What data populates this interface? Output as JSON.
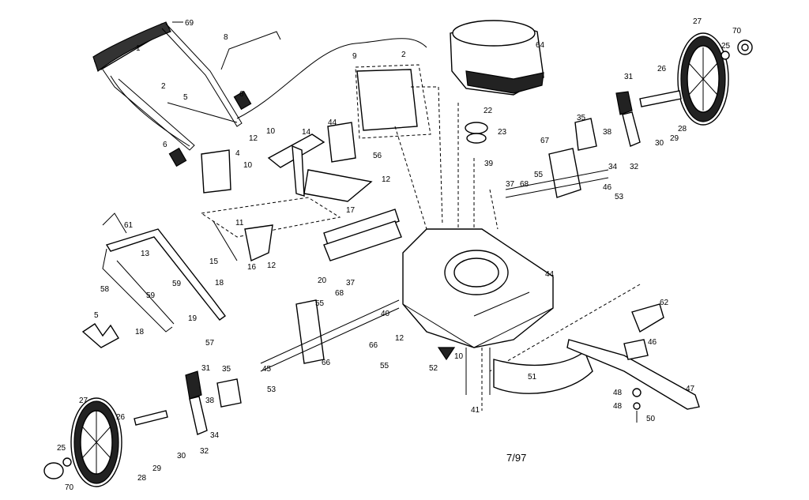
{
  "footer": {
    "date_code": "7/97"
  },
  "callouts": [
    {
      "id": "c69",
      "label": "69"
    },
    {
      "id": "c1",
      "label": "1"
    },
    {
      "id": "c8",
      "label": "8"
    },
    {
      "id": "c9",
      "label": "9"
    },
    {
      "id": "c2a",
      "label": "2"
    },
    {
      "id": "c2b",
      "label": "2"
    },
    {
      "id": "c5a",
      "label": "5"
    },
    {
      "id": "c6a",
      "label": "6"
    },
    {
      "id": "c6b",
      "label": "6"
    },
    {
      "id": "c4",
      "label": "4"
    },
    {
      "id": "c10a",
      "label": "10"
    },
    {
      "id": "c10b",
      "label": "10"
    },
    {
      "id": "c12a",
      "label": "12"
    },
    {
      "id": "c14",
      "label": "14"
    },
    {
      "id": "c44a",
      "label": "44"
    },
    {
      "id": "c56",
      "label": "56"
    },
    {
      "id": "c12b",
      "label": "12"
    },
    {
      "id": "c17",
      "label": "17"
    },
    {
      "id": "c64",
      "label": "64"
    },
    {
      "id": "c22",
      "label": "22"
    },
    {
      "id": "c23",
      "label": "23"
    },
    {
      "id": "c27a",
      "label": "27"
    },
    {
      "id": "c70a",
      "label": "70"
    },
    {
      "id": "c25a",
      "label": "25"
    },
    {
      "id": "c26a",
      "label": "26"
    },
    {
      "id": "c31a",
      "label": "31"
    },
    {
      "id": "c35a",
      "label": "35"
    },
    {
      "id": "c38a",
      "label": "38"
    },
    {
      "id": "c28a",
      "label": "28"
    },
    {
      "id": "c30a",
      "label": "30"
    },
    {
      "id": "c29a",
      "label": "29"
    },
    {
      "id": "c34a",
      "label": "34"
    },
    {
      "id": "c32a",
      "label": "32"
    },
    {
      "id": "c67",
      "label": "67"
    },
    {
      "id": "c39",
      "label": "39"
    },
    {
      "id": "c37a",
      "label": "37"
    },
    {
      "id": "c68a",
      "label": "68"
    },
    {
      "id": "c55a",
      "label": "55"
    },
    {
      "id": "c46a",
      "label": "46"
    },
    {
      "id": "c53",
      "label": "53"
    },
    {
      "id": "c61",
      "label": "61"
    },
    {
      "id": "c11",
      "label": "11"
    },
    {
      "id": "c13",
      "label": "13"
    },
    {
      "id": "c15",
      "label": "15"
    },
    {
      "id": "c16",
      "label": "16"
    },
    {
      "id": "c12c",
      "label": "12"
    },
    {
      "id": "c20",
      "label": "20"
    },
    {
      "id": "c58",
      "label": "58"
    },
    {
      "id": "c59a",
      "label": "59"
    },
    {
      "id": "c59b",
      "label": "59"
    },
    {
      "id": "c18a",
      "label": "18"
    },
    {
      "id": "c44b",
      "label": "44"
    },
    {
      "id": "c37b",
      "label": "37"
    },
    {
      "id": "c68b",
      "label": "68"
    },
    {
      "id": "c55b",
      "label": "55"
    },
    {
      "id": "c40",
      "label": "40"
    },
    {
      "id": "c12d",
      "label": "12"
    },
    {
      "id": "c62",
      "label": "62"
    },
    {
      "id": "c46b",
      "label": "46"
    },
    {
      "id": "c5b",
      "label": "5"
    },
    {
      "id": "c19",
      "label": "19"
    },
    {
      "id": "c18b",
      "label": "18"
    },
    {
      "id": "c57",
      "label": "57"
    },
    {
      "id": "c66a",
      "label": "66"
    },
    {
      "id": "c66b",
      "label": "66"
    },
    {
      "id": "c55c",
      "label": "55"
    },
    {
      "id": "c52",
      "label": "52"
    },
    {
      "id": "c10c",
      "label": "10"
    },
    {
      "id": "c45",
      "label": "45"
    },
    {
      "id": "c53b",
      "label": "53"
    },
    {
      "id": "c51",
      "label": "51"
    },
    {
      "id": "c47",
      "label": "47"
    },
    {
      "id": "c31b",
      "label": "31"
    },
    {
      "id": "c35b",
      "label": "35"
    },
    {
      "id": "c27b",
      "label": "27"
    },
    {
      "id": "c26b",
      "label": "26"
    },
    {
      "id": "c38b",
      "label": "38"
    },
    {
      "id": "c34b",
      "label": "34"
    },
    {
      "id": "c32b",
      "label": "32"
    },
    {
      "id": "c30b",
      "label": "30"
    },
    {
      "id": "c29b",
      "label": "29"
    },
    {
      "id": "c28b",
      "label": "28"
    },
    {
      "id": "c25b",
      "label": "25"
    },
    {
      "id": "c70b",
      "label": "70"
    },
    {
      "id": "c41",
      "label": "41"
    },
    {
      "id": "c48a",
      "label": "48"
    },
    {
      "id": "c48b",
      "label": "48"
    },
    {
      "id": "c50",
      "label": "50"
    }
  ]
}
